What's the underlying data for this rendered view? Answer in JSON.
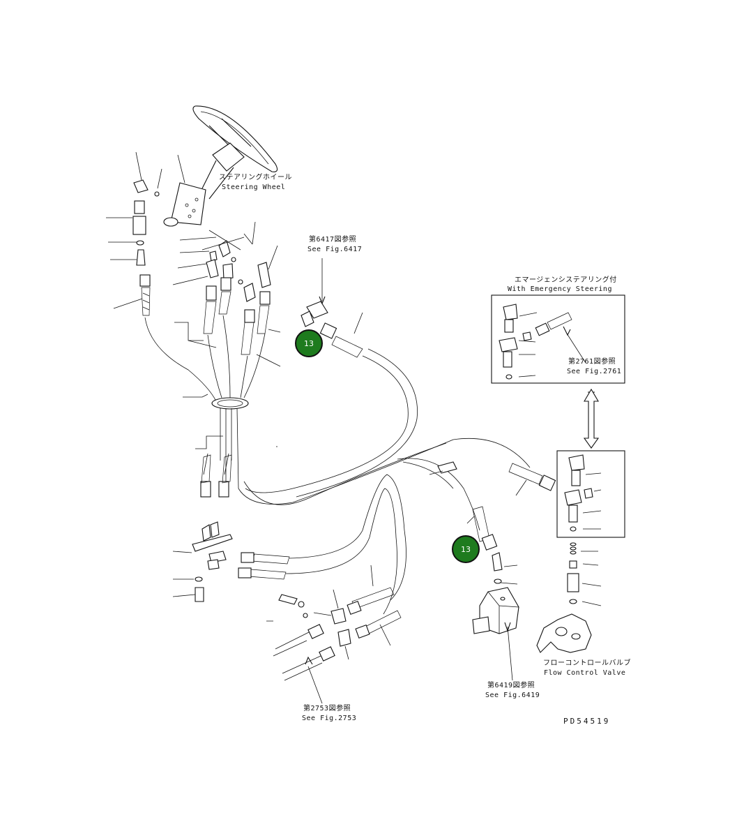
{
  "labels": {
    "steering_wheel_jp": "ステアリングホイール",
    "steering_wheel_en": "Steering Wheel",
    "ref_6417_jp": "第6417図参照",
    "ref_6417_en": "See Fig.6417",
    "emergency_jp": "エマージェンシステアリング付",
    "emergency_en": "With Emergency Steering",
    "ref_2761_jp": "第2761図参照",
    "ref_2761_en": "See Fig.2761",
    "flow_valve_jp": "フローコントロールバルブ",
    "flow_valve_en": "Flow Control Valve",
    "ref_6419_jp": "第6419図参照",
    "ref_6419_en": "See Fig.6419",
    "ref_2753_jp": "第2753図参照",
    "ref_2753_en": "See Fig.2753",
    "drawing_code": "PD54519"
  },
  "callouts": [
    {
      "number": "13"
    },
    {
      "number": "13"
    }
  ],
  "colors": {
    "callout_fill": "#1e7b1e",
    "line": "#111111",
    "background": "#ffffff"
  }
}
